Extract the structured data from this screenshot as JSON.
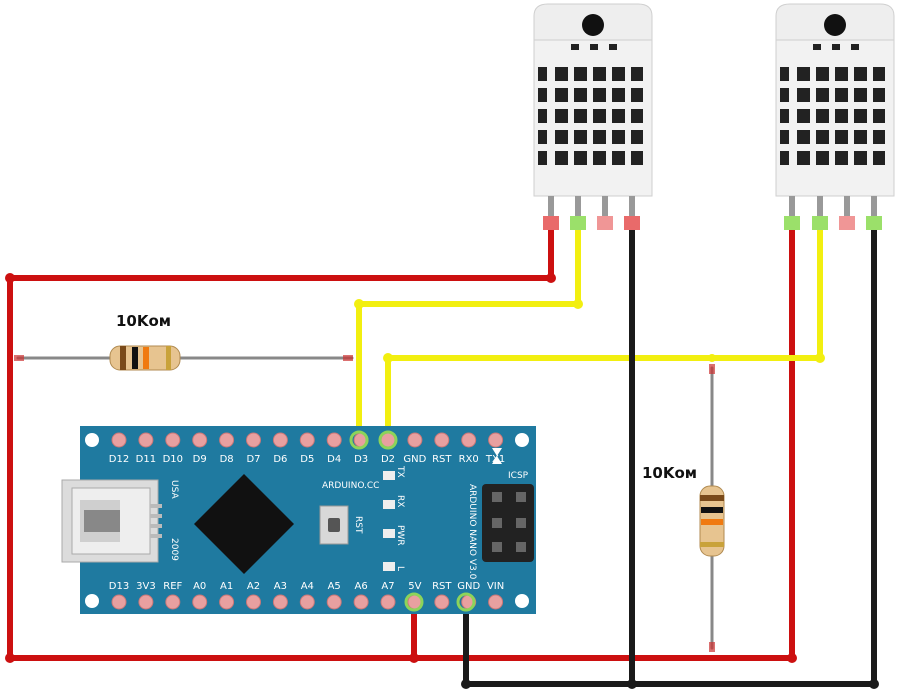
{
  "resistors": [
    {
      "label": "10Kом"
    },
    {
      "label": "10Kом"
    }
  ],
  "board": {
    "top_pins": [
      "D12",
      "D11",
      "D10",
      "D9",
      "D8",
      "D7",
      "D6",
      "D5",
      "D4",
      "D3",
      "D2",
      "GND",
      "RST",
      "RX0",
      "TX1"
    ],
    "bottom_pins": [
      "D13",
      "3V3",
      "REF",
      "A0",
      "A1",
      "A2",
      "A3",
      "A4",
      "A5",
      "A6",
      "A7",
      "5V",
      "RST",
      "GND",
      "VIN"
    ],
    "silk_url": "ARDUINO.CC",
    "silk_usa": "USA",
    "silk_year": "2009",
    "silk_rst": "RST",
    "silk_nano": "ARDUINO NANO V3.0",
    "silk_icsp": "ICSP",
    "led_labels": [
      "TX",
      "RX",
      "PWR",
      "L"
    ]
  },
  "colors": {
    "board": "#1f7aa0",
    "wire_red": "#cc1010",
    "wire_yellow": "#f2ef10",
    "wire_black": "#1a1a1a",
    "sensor": "#f0f0f0"
  }
}
